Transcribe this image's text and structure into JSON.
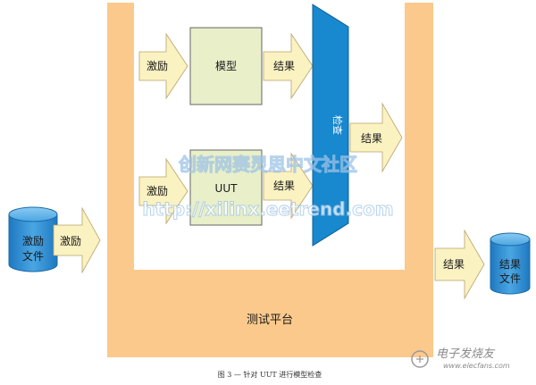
{
  "platform_label": "测试平台",
  "stimulus_file_label": [
    "激励",
    "文件"
  ],
  "stimulus_label": "激励",
  "model_label": "模型",
  "uut_label": "UUT",
  "result_label": "结果",
  "checker_label": "检查",
  "result_file_label": [
    "结果",
    "文件"
  ],
  "caption": "图 3 — 针对 UUT 进行模型检查",
  "watermark": {
    "line1": "创新网赛灵思中文社区",
    "line2": "http://xilinx.eetrend.com"
  },
  "logo": {
    "cn": "电子发烧友",
    "en": "www.elecfans.com"
  },
  "colors": {
    "platform": "#fbc98b",
    "arrow": "#fbf2c2",
    "box": "#e8efc9",
    "checker": "#1888cf",
    "cylinder": "#2e8fd1"
  }
}
